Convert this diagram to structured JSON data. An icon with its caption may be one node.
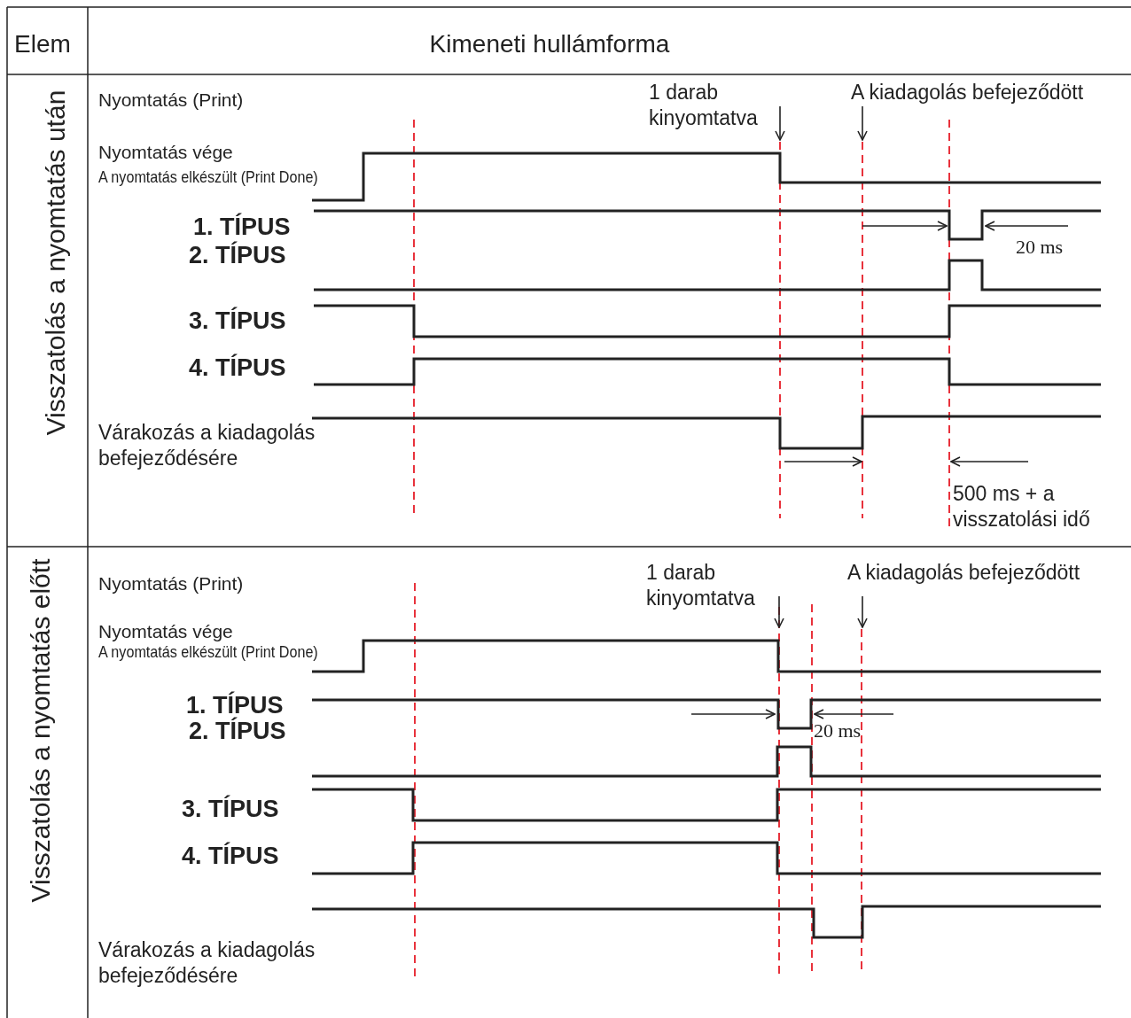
{
  "diagram": {
    "labels": [
      "Elem",
      "Kimeneti hullámforma",
      "Visszatolás a nyomtatás után",
      "Nyomtatás (Print)",
      "1 darab kinyomtatva",
      "A kiadagolás befejeződött",
      "Nyomtatás vége",
      "A nyomtatás elkészült (Print Done)",
      "1. TÍPUS",
      "20 ms",
      "2. TÍPUS",
      "3. TÍPUS",
      "4. TÍPUS",
      "Várakozás a kiadagolás befejeződésére",
      "500 ms + a visszatolási idő",
      "Visszatolás a nyomtatás előtt",
      "Nyomtatás (Print)",
      "1 darab kinyomtatva",
      "A kiadagolás befejeződött",
      "Nyomtatás vége",
      "A nyomtatás elkészült (Print Done)",
      "1. TÍPUS",
      "2. TÍPUS",
      "20 ms",
      "3. TÍPUS",
      "4. TÍPUS",
      "Várakozás a kiadagolás befejeződésére"
    ]
  }
}
